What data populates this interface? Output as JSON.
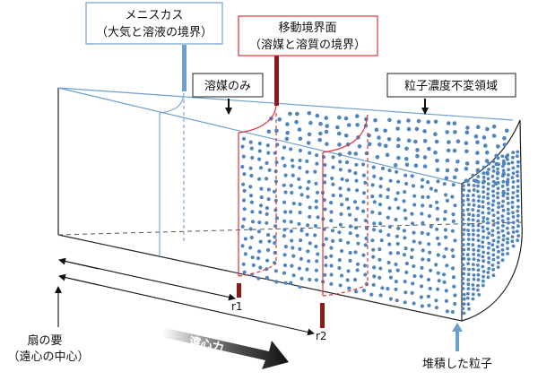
{
  "labels": {
    "meniscus": "メニスカス",
    "meniscus_sub": "（大気と溶液の境界）",
    "boundary": "移動境界面",
    "boundary_sub": "（溶媒と溶質の境界）",
    "solvent_only": "溶媒のみ",
    "plateau": "粒子濃度不変領域",
    "r1": "r1",
    "r2": "r2",
    "force": "遠心力",
    "center": "扇の要",
    "center_sub": "（遠心の中心）",
    "sediment": "堆積した粒子"
  },
  "colors": {
    "meniscus": "#6f9fd0",
    "boundary": "#e0323a",
    "particle": "#4f84bf",
    "marker": "#8b1a1a",
    "outline": "#222222",
    "plane": "#555555"
  }
}
